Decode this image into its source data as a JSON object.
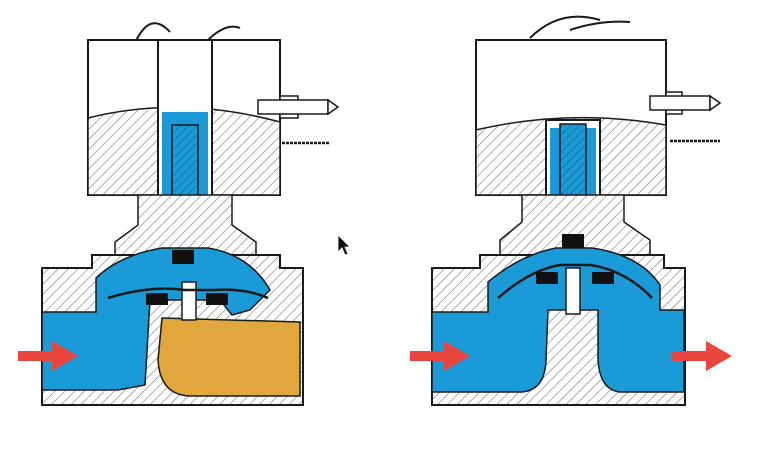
{
  "diagram": {
    "views": [
      {
        "id": "closed",
        "state": "closed",
        "arrows": [
          "inlet"
        ]
      },
      {
        "id": "open",
        "state": "open",
        "arrows": [
          "inlet",
          "outlet"
        ]
      }
    ]
  },
  "colors": {
    "line": "#1a1a1a",
    "hatch": "#777777",
    "fluid": "#1a9ad6",
    "fluid_dark": "#1684be",
    "idle_fluid": "#e2a73c",
    "arrow": "#e8453c",
    "seal": "#111111",
    "coil_face": "#ffffff"
  },
  "cursor": {
    "icon": "mouse-pointer-icon"
  }
}
